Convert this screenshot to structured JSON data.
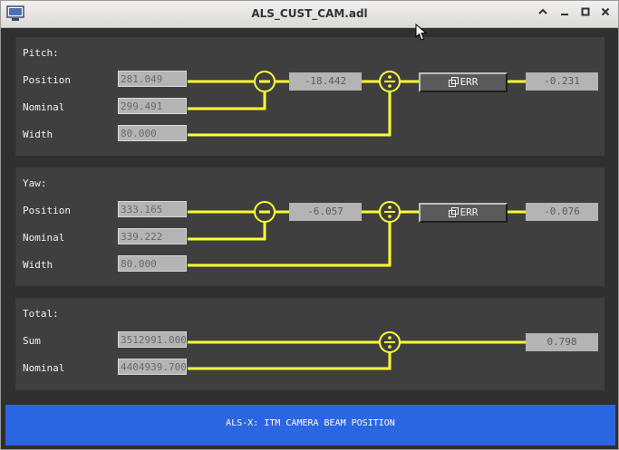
{
  "window": {
    "title": "ALS_CUST_CAM.adl"
  },
  "pitch": {
    "heading": "Pitch:",
    "position_label": "Position",
    "nominal_label": "Nominal",
    "width_label": "Width",
    "position_value": "281.049",
    "nominal_value": "299.491",
    "width_value": "80.000",
    "diff_value": "-18.442",
    "ratio_value": "-0.231",
    "err_label": "ERR"
  },
  "yaw": {
    "heading": "Yaw:",
    "position_label": "Position",
    "nominal_label": "Nominal",
    "width_label": "Width",
    "position_value": "333.165",
    "nominal_value": "339.222",
    "width_value": "80.000",
    "diff_value": "-6.057",
    "ratio_value": "-0.076",
    "err_label": "ERR"
  },
  "total": {
    "heading": "Total:",
    "sum_label": "Sum",
    "nominal_label": "Nominal",
    "sum_value": "3512991.000",
    "nominal_value": "4404939.700",
    "ratio_value": "0.798"
  },
  "footer": {
    "label": "ALS-X: ITM CAMERA BEAM POSITION"
  },
  "colors": {
    "wire": "#ffff33",
    "footer": "#2b66e2",
    "panel": "#3f3f3f",
    "background": "#303030"
  }
}
